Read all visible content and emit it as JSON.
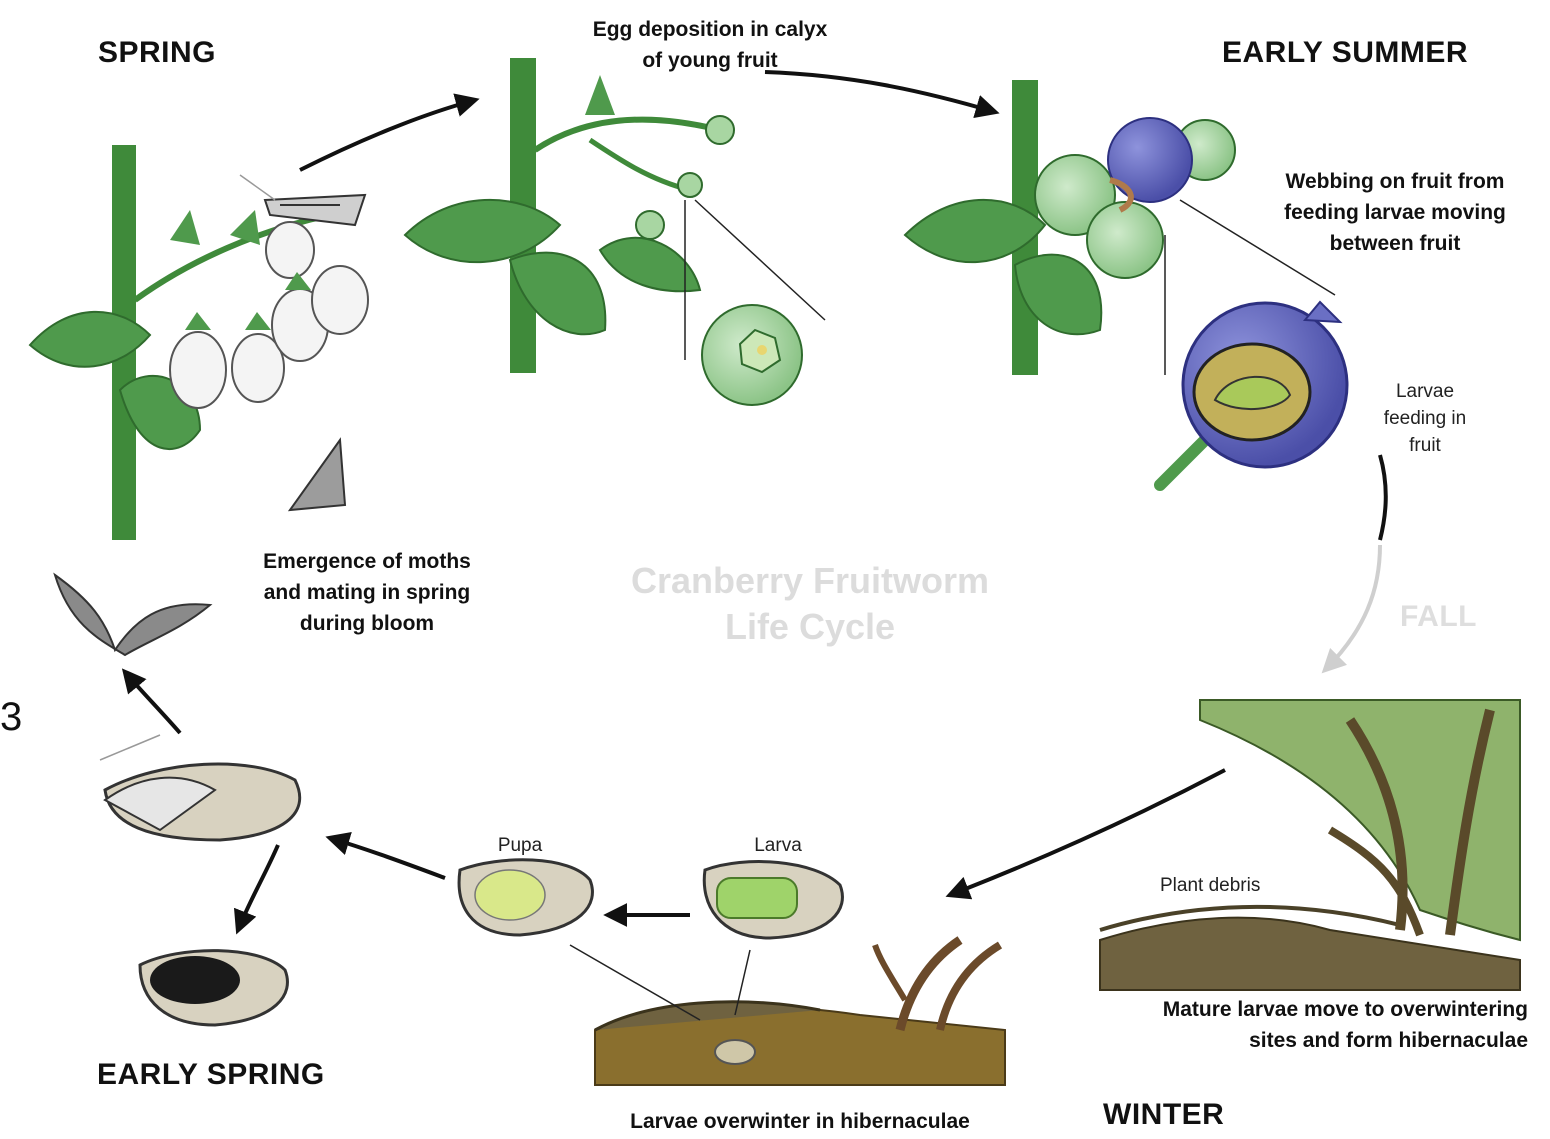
{
  "title": "Cranberry Fruitworm Life Cycle",
  "title_lines": [
    "Cranberry Fruitworm",
    "Life Cycle"
  ],
  "seasons": {
    "spring": "SPRING",
    "early_summer": "EARLY SUMMER",
    "fall": "FALL",
    "winter": "WINTER",
    "early_spring": "EARLY SPRING"
  },
  "labels": {
    "egg_deposition": [
      "Egg deposition in calyx",
      "of young fruit"
    ],
    "webbing": [
      "Webbing on fruit from",
      "feeding larvae moving",
      "between fruit"
    ],
    "larvae_feeding": [
      "Larvae",
      "feeding in",
      "fruit"
    ],
    "emergence": [
      "Emergence of moths",
      "and mating in spring",
      "during bloom"
    ],
    "mature_larvae": [
      "Mature larvae move to overwintering",
      "sites and form hibernaculae"
    ],
    "plant_debris": "Plant debris",
    "pupa": "Pupa",
    "larva": "Larva",
    "overwinter": "Larvae overwinter in hibernaculae"
  },
  "edge_glyph": "3",
  "colors": {
    "stem": "#3f8a3a",
    "leaf": "#4f9a4c",
    "leaf_dark": "#2f6b2d",
    "young_fruit": "#a8d6a2",
    "ripe_fruit": "#6a6fc4",
    "flower": "#f4f4f4",
    "soil": "#7a6a3a",
    "cocoon": "#d8d2c0",
    "larva_green": "#9fd36a",
    "arrow": "#111111",
    "arrow_fall": "#cfcfcf"
  }
}
